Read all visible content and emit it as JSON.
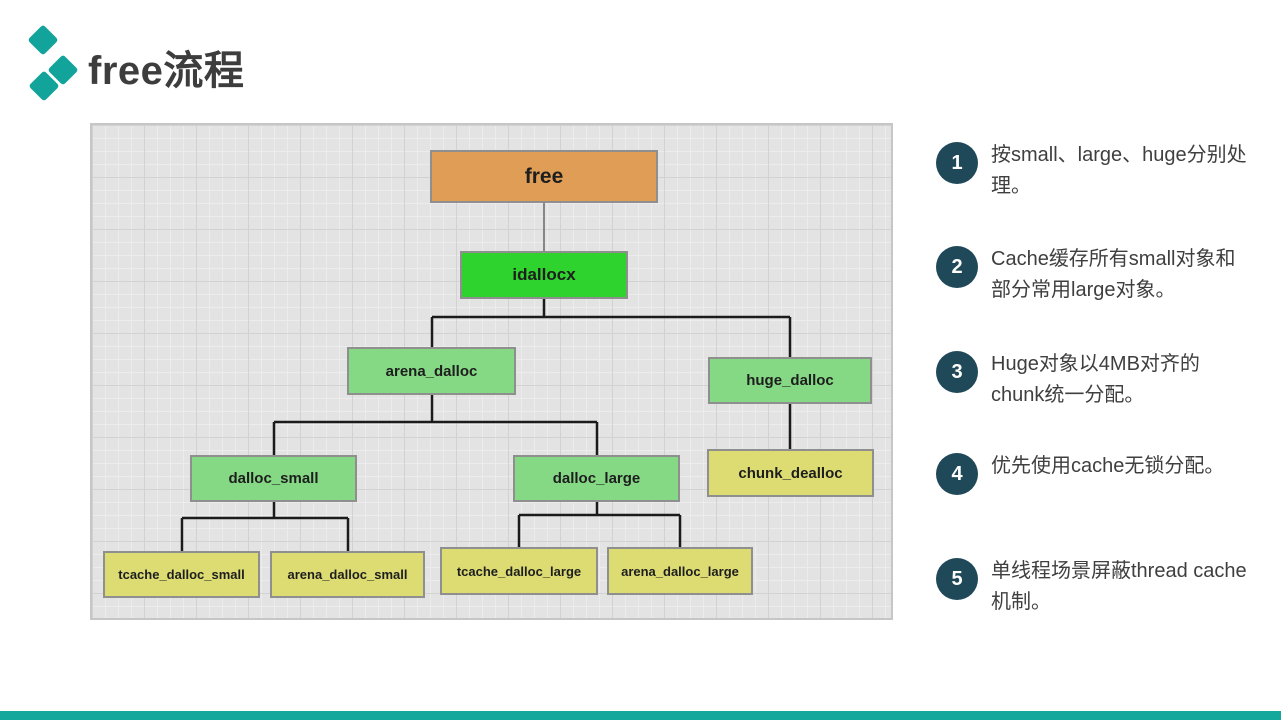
{
  "slide": {
    "title": "free流程",
    "accent_color": "#14a79c",
    "badge_color": "#1f4858",
    "logo_icon": "three-teal-diamonds"
  },
  "diagram": {
    "palette": {
      "root": "#df9d55",
      "entry": "#2ed32e",
      "branch": "#85d985",
      "leaf": "#dcdc73",
      "grid_background": "#e3e3e3",
      "box_border": "#8f8f8f",
      "line": "#1b1b1b"
    },
    "nodes": [
      {
        "id": "free",
        "label": "free",
        "level": 0,
        "color": "#df9d55"
      },
      {
        "id": "idallocx",
        "label": "idallocx",
        "level": 1,
        "color": "#2ed32e"
      },
      {
        "id": "arena_dalloc",
        "label": "arena_dalloc",
        "level": 2,
        "color": "#85d985"
      },
      {
        "id": "huge_dalloc",
        "label": "huge_dalloc",
        "level": 2,
        "color": "#85d985"
      },
      {
        "id": "dalloc_small",
        "label": "dalloc_small",
        "level": 3,
        "color": "#85d985"
      },
      {
        "id": "dalloc_large",
        "label": "dalloc_large",
        "level": 3,
        "color": "#85d985"
      },
      {
        "id": "chunk_dealloc",
        "label": "chunk_dealloc",
        "level": 3,
        "color": "#dcdc73"
      },
      {
        "id": "tcache_dalloc_small",
        "label": "tcache_dalloc_small",
        "level": 4,
        "color": "#dcdc73"
      },
      {
        "id": "arena_dalloc_small",
        "label": "arena_dalloc_small",
        "level": 4,
        "color": "#dcdc73"
      },
      {
        "id": "tcache_dalloc_large",
        "label": "tcache_dalloc_large",
        "level": 4,
        "color": "#dcdc73"
      },
      {
        "id": "arena_dalloc_large",
        "label": "arena_dalloc_large",
        "level": 4,
        "color": "#dcdc73"
      }
    ],
    "edges": [
      [
        "free",
        "idallocx"
      ],
      [
        "idallocx",
        "arena_dalloc"
      ],
      [
        "idallocx",
        "huge_dalloc"
      ],
      [
        "arena_dalloc",
        "dalloc_small"
      ],
      [
        "arena_dalloc",
        "dalloc_large"
      ],
      [
        "huge_dalloc",
        "chunk_dealloc"
      ],
      [
        "dalloc_small",
        "tcache_dalloc_small"
      ],
      [
        "dalloc_small",
        "arena_dalloc_small"
      ],
      [
        "dalloc_large",
        "tcache_dalloc_large"
      ],
      [
        "dalloc_large",
        "arena_dalloc_large"
      ]
    ]
  },
  "annotations": [
    {
      "number": "1",
      "text": "按small、large、huge分别处理。"
    },
    {
      "number": "2",
      "text": "Cache缓存所有small对象和部分常用large对象。"
    },
    {
      "number": "3",
      "text": "Huge对象以4MB对齐的chunk统一分配。"
    },
    {
      "number": "4",
      "text": "优先使用cache无锁分配。"
    },
    {
      "number": "5",
      "text": "单线程场景屏蔽thread cache机制。"
    }
  ]
}
